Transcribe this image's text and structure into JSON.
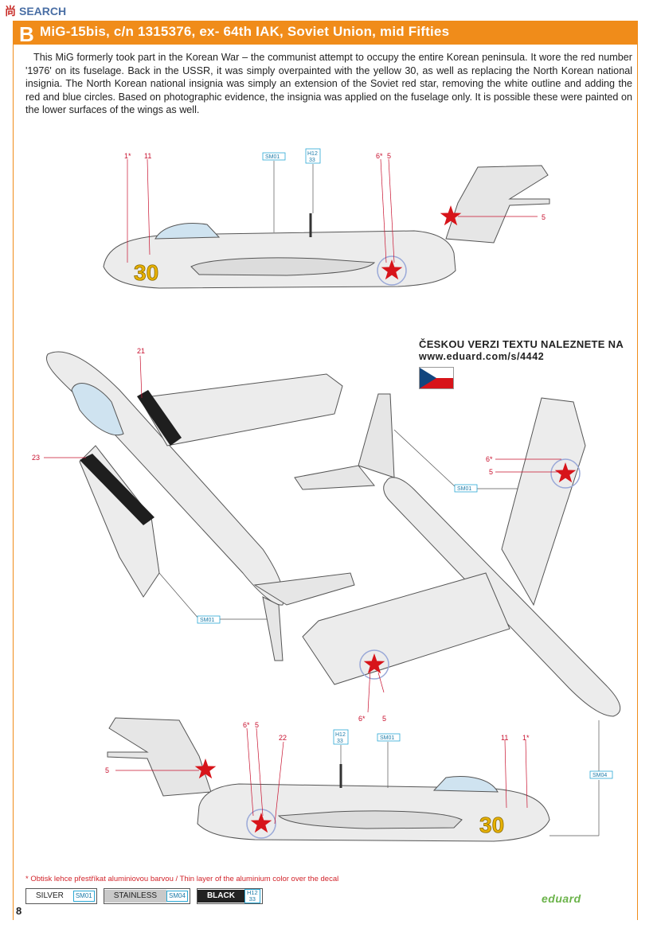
{
  "watermark": {
    "brand": "尚",
    "text": "SEARCH"
  },
  "header": {
    "letter": "B",
    "title": "MiG-15bis, c/n 1315376, ex- 64th IAK, Soviet Union, mid Fifties"
  },
  "intro": "This MiG formerly took part in the Korean War – the communist attempt to occupy the entire Korean peninsula. It wore the red number '1976' on its fuselage. Back in the USSR, it was simply overpainted with the yellow 30, as well as replacing the North Korean national insignia. The North Korean national insignia was simply an extension of the Soviet red star, removing the white outline and adding the red and blue circles. Based on photographic evidence, the insignia was applied on the fuselage only. It is possible these were painted on the lower surfaces of the wings as well.",
  "czech": {
    "line1": "ČESKOU VERZI TEXTU NALEZNETE NA",
    "line2": "www.eduard.com/s/4442"
  },
  "aircraft": {
    "number": "30"
  },
  "callouts": {
    "c1": "1*",
    "c11": "11",
    "c5": "5",
    "c6": "6*",
    "c21": "21",
    "c22": "22",
    "c23": "23"
  },
  "tags": {
    "sm01": "SM01",
    "sm04": "SM04",
    "h12_top": "H12",
    "h12_bot": "33"
  },
  "colors": {
    "accent": "#f08c1a",
    "star_red": "#d7141a",
    "number_yellow": "#e8b200",
    "tag_blue": "#2aa7d4"
  },
  "footnote": "* Obtisk lehce přestříkat aluminiovou barvou / Thin layer of the aluminium color over the decal",
  "legend": [
    {
      "name": "SILVER",
      "code": "SM01"
    },
    {
      "name": "STAINLESS",
      "code": "SM04"
    },
    {
      "name": "BLACK",
      "code_top": "H12",
      "code_bot": "33"
    }
  ],
  "page_number": "8",
  "brand": "eduard"
}
